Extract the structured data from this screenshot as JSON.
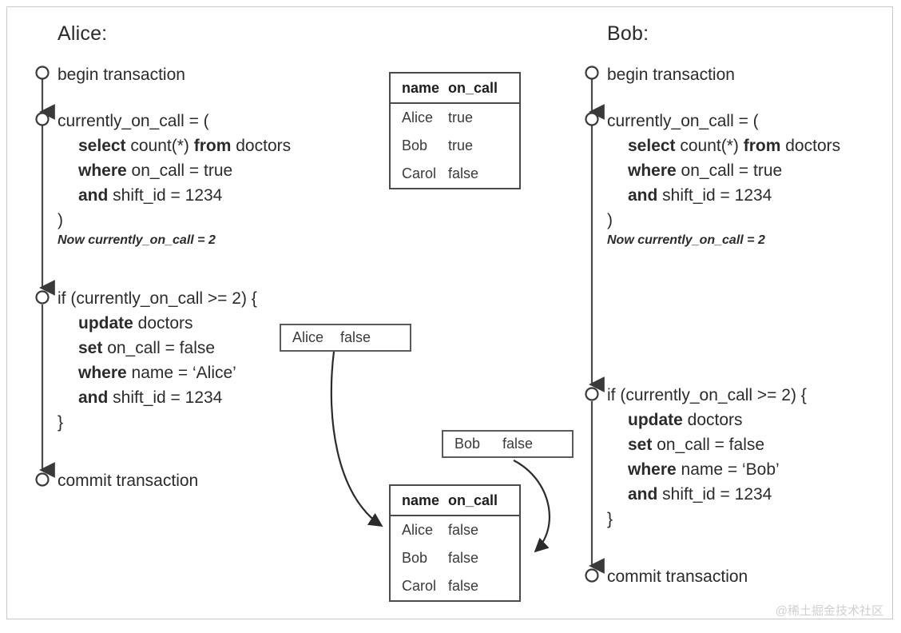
{
  "diagram": {
    "title_alice": "Alice:",
    "title_bob": "Bob:"
  },
  "alice": {
    "steps": {
      "begin": "begin transaction",
      "select_head": "currently_on_call = (",
      "select_kw1": "select",
      "select_l1": " count(*) ",
      "select_kw2": "from",
      "select_l1b": " doctors",
      "where_kw": "where",
      "where_txt": " on_call = true",
      "and_kw": "and",
      "and_txt": " shift_id = 1234",
      "close_paren": ")",
      "note": "Now currently_on_call = 2",
      "if_head": "if (currently_on_call >= 2) {",
      "update_kw": "update",
      "update_txt": " doctors",
      "set_kw": "set",
      "set_txt": " on_call = false",
      "wname_kw": "where",
      "wname_txt": " name = ‘Alice’",
      "and2_kw": "and",
      "and2_txt": " shift_id = 1234",
      "close_brace": "}",
      "commit": "commit transaction"
    }
  },
  "bob": {
    "steps": {
      "begin": "begin transaction",
      "select_head": "currently_on_call = (",
      "select_kw1": "select",
      "select_l1": " count(*) ",
      "select_kw2": "from",
      "select_l1b": " doctors",
      "where_kw": "where",
      "where_txt": " on_call = true",
      "and_kw": "and",
      "and_txt": " shift_id = 1234",
      "close_paren": ")",
      "note": "Now currently_on_call = 2",
      "if_head": "if (currently_on_call >= 2) {",
      "update_kw": "update",
      "update_txt": " doctors",
      "set_kw": "set",
      "set_txt": " on_call = false",
      "wname_kw": "where",
      "wname_txt": " name = ‘Bob’",
      "and2_kw": "and",
      "and2_txt": " shift_id = 1234",
      "close_brace": "}",
      "commit": "commit transaction"
    }
  },
  "table_before": {
    "headers": [
      "name",
      "on_call"
    ],
    "rows": [
      [
        "Alice",
        "true"
      ],
      [
        "Bob",
        "true"
      ],
      [
        "Carol",
        "false"
      ]
    ]
  },
  "table_after": {
    "headers": [
      "name",
      "on_call"
    ],
    "rows": [
      [
        "Alice",
        "false"
      ],
      [
        "Bob",
        "false"
      ],
      [
        "Carol",
        "false"
      ]
    ]
  },
  "update_alice": {
    "name": "Alice",
    "value": "false"
  },
  "update_bob": {
    "name": "Bob",
    "value": "false"
  },
  "watermark": {
    "text": "@稀土掘金技术社区"
  },
  "colors": {
    "text": "#2b2b2b",
    "line": "#4a4a4a",
    "frame": "#c9c9c9",
    "watermark": "#cfcfcf"
  }
}
